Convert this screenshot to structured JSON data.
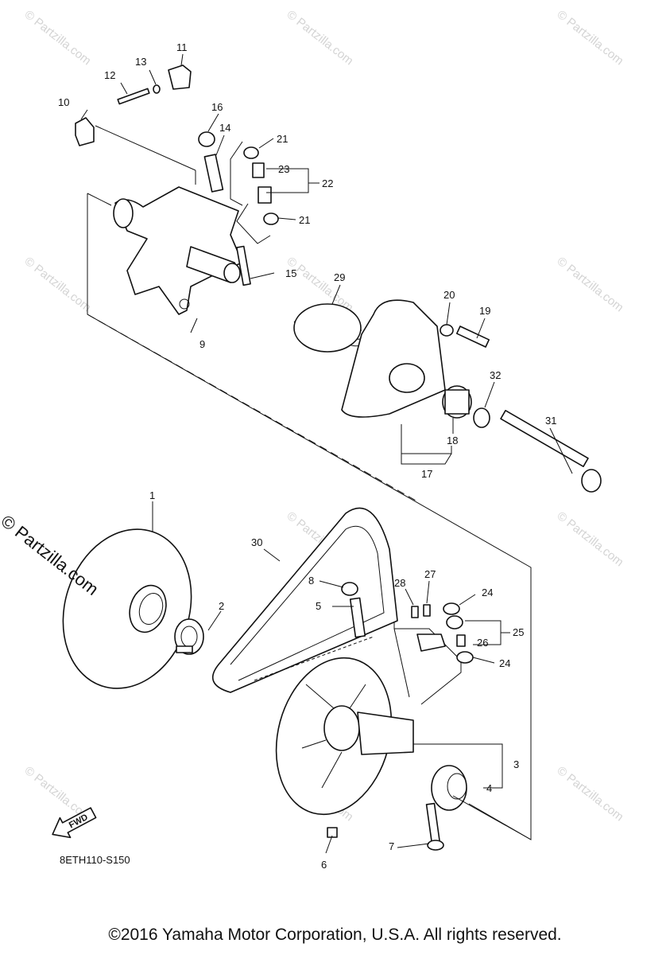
{
  "diagram_code": "8ETH110-S150",
  "copyright": "©2016 Yamaha Motor Corporation, U.S.A. All rights reserved.",
  "watermark_text": "© Partzilla.com",
  "watermark_faint": "© Partzilla.com",
  "fwd_label": "FWD",
  "callouts": [
    "1",
    "2",
    "3",
    "4",
    "5",
    "6",
    "7",
    "8",
    "9",
    "10",
    "11",
    "12",
    "13",
    "14",
    "15",
    "16",
    "17",
    "18",
    "19",
    "20",
    "21",
    "21",
    "22",
    "23",
    "24",
    "24",
    "25",
    "26",
    "27",
    "28",
    "29",
    "30",
    "31",
    "32"
  ],
  "colors": {
    "line": "#111111",
    "watermark": "#d4d4d4",
    "background": "#ffffff"
  }
}
